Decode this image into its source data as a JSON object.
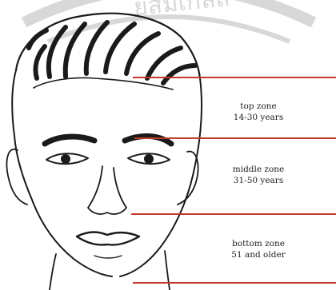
{
  "colors": {
    "background": "#ffffff",
    "ink": "#1a1a1a",
    "divider": "#c0392b",
    "watermark": "#d8d8d8"
  },
  "watermark": {
    "text": "ยุสมเกิลส"
  },
  "zones": [
    {
      "name": "top zone",
      "ages": "14-30 years"
    },
    {
      "name": "middle zone",
      "ages": "31-50 years"
    },
    {
      "name": "bottom zone",
      "ages": "51 and older"
    }
  ]
}
